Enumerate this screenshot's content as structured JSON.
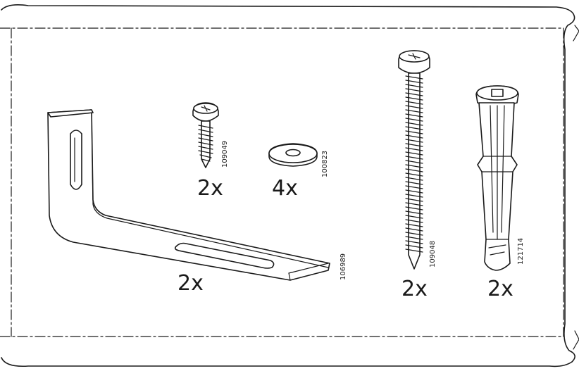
{
  "parts": [
    {
      "id": "bracket",
      "quantity": "2x",
      "article": "106989",
      "icon": "angle-bracket-icon"
    },
    {
      "id": "short-screw",
      "quantity": "2x",
      "article": "109049",
      "icon": "screw-icon"
    },
    {
      "id": "washer",
      "quantity": "4x",
      "article": "100823",
      "icon": "washer-icon"
    },
    {
      "id": "long-screw",
      "quantity": "2x",
      "article": "109048",
      "icon": "long-screw-icon"
    },
    {
      "id": "wall-plug",
      "quantity": "2x",
      "article": "121714",
      "icon": "wall-plug-icon"
    }
  ],
  "colors": {
    "ink": "#1a1a1a",
    "paper": "#ffffff"
  }
}
